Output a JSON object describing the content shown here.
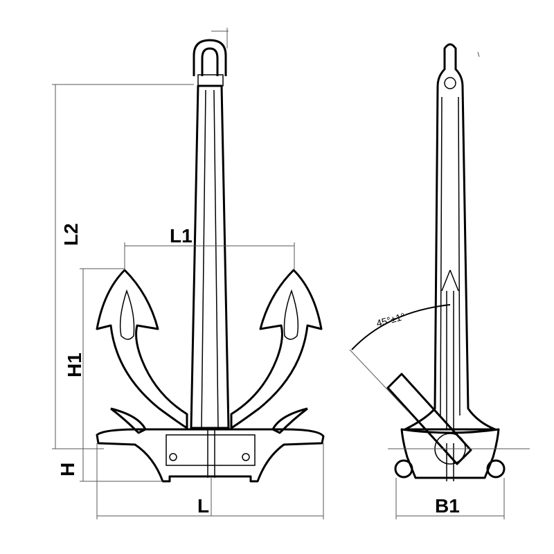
{
  "labels": {
    "L2": "L2",
    "L1": "L1",
    "H1": "H1",
    "H": "H",
    "L": "L",
    "B1": "B1",
    "angle": "45°±1°"
  }
}
